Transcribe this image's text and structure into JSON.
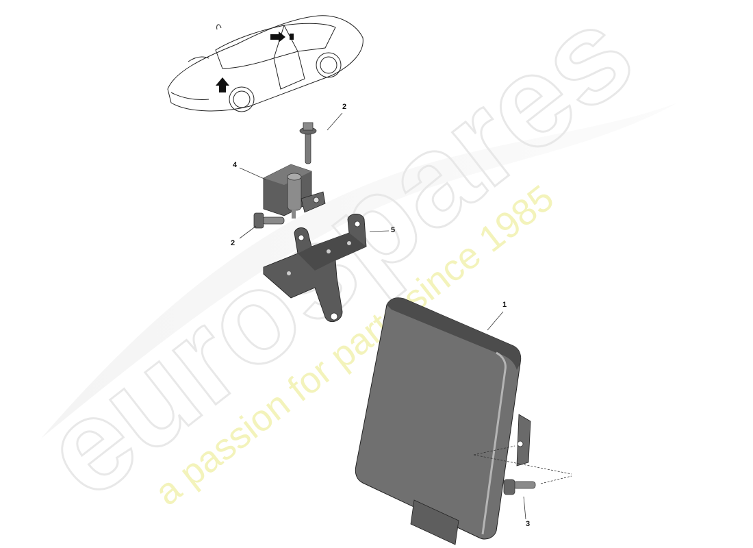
{
  "diagram": {
    "type": "exploded-parts-diagram",
    "subject": "Control module with mounting bracket, sensor and bolts",
    "overview_illustration": "sports coupe line drawing with location arrows"
  },
  "callouts": [
    {
      "id": "c1",
      "label": "1",
      "part": "control-module"
    },
    {
      "id": "c2a",
      "label": "2",
      "part": "bolt-upper"
    },
    {
      "id": "c2b",
      "label": "2",
      "part": "bolt-lower"
    },
    {
      "id": "c3",
      "label": "3",
      "part": "module-bolt"
    },
    {
      "id": "c4",
      "label": "4",
      "part": "sensor"
    },
    {
      "id": "c5",
      "label": "5",
      "part": "bracket"
    }
  ],
  "watermark": {
    "brand": "eurospares",
    "tagline": "a passion for parts since 1985",
    "brand_color": "#ececec",
    "tagline_color": "#f2f2b8"
  },
  "colors": {
    "part_fill": "#6e6e6e",
    "part_dark": "#4a4a4a",
    "part_light": "#9a9a9a",
    "line": "#222222",
    "background": "#ffffff"
  }
}
